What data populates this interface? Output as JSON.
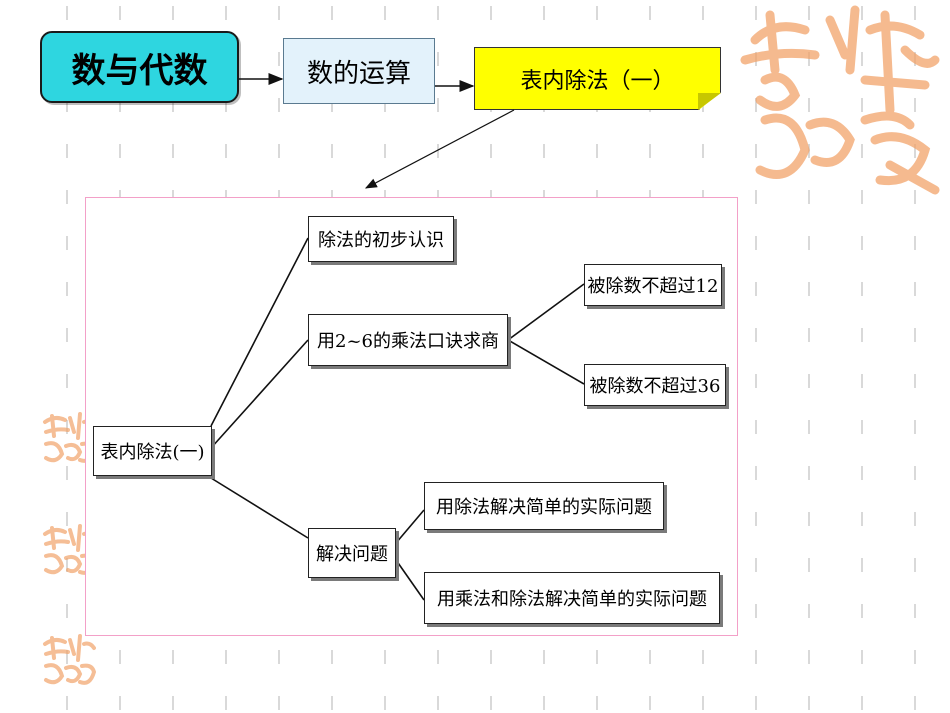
{
  "header": {
    "subject": "数与代数",
    "topic": "数的运算",
    "lesson": "表内除法（一）"
  },
  "mindmap": {
    "root": "表内除法(一)",
    "branches": [
      {
        "label": "除法的初步认识",
        "children": []
      },
      {
        "label": "用2~6的乘法口诀求商",
        "children": [
          "被除数不超过12",
          "被除数不超过36"
        ]
      },
      {
        "label": "解决问题",
        "children": [
          "用除法解决简单的实际问题",
          "用乘法和除法解决简单的实际问题"
        ]
      }
    ]
  },
  "decor": {
    "stamp_color": "#f2a36a",
    "title_box_color": "#2ed6e0",
    "sticky_color": "#ffff00",
    "frame_border_color": "#f3a0c8",
    "stamp_text": "吉祥如意"
  }
}
